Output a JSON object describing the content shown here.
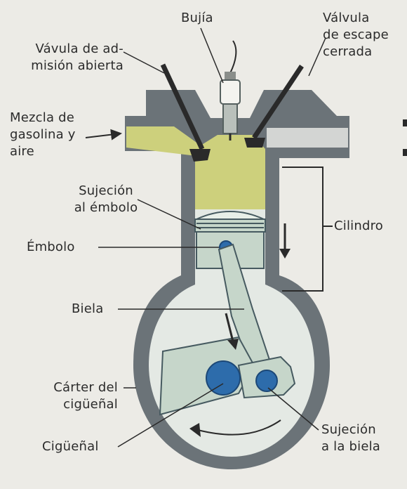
{
  "labels": {
    "spark_plug": "Bujía",
    "exhaust_valve": [
      "Válvula",
      "de escape",
      "cerrada"
    ],
    "intake_valve": [
      "Vávula de ad-",
      "misión abierta"
    ],
    "mixture": [
      "Mezcla de",
      "gasolina y",
      "aire"
    ],
    "piston_pin": [
      "Sujeción",
      "al émbolo"
    ],
    "piston": "Émbolo",
    "cylinder": "Cilindro",
    "connecting_rod": "Biela",
    "crankcase": [
      "Cárter del",
      "cigüeñal"
    ],
    "crankshaft": "Cigüeñal",
    "rod_pin": [
      "Sujeción",
      "a la biela"
    ]
  },
  "colors": {
    "background": "#ecebe6",
    "engine_block": "#6b7378",
    "fuel_mixture": "#cdd07c",
    "parts_fill": "#c6d6ca",
    "part_outline": "#465a60",
    "pin_blue": "#2d6cab",
    "arrow": "#2a2a2a"
  }
}
